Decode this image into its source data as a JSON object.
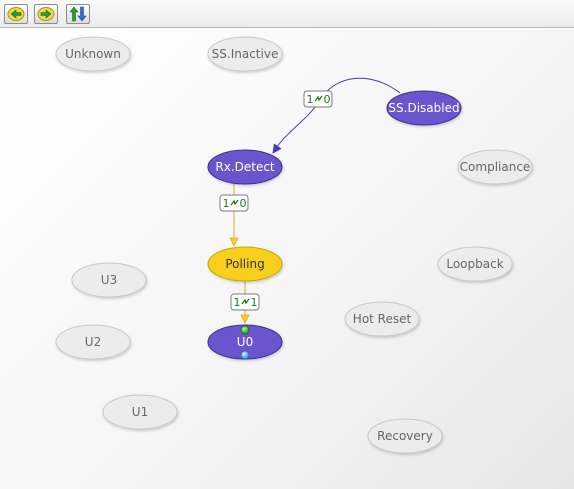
{
  "toolbar": {
    "buttons": [
      {
        "id": "back",
        "icon": "arrow-left-icon"
      },
      {
        "id": "forward",
        "icon": "arrow-right-icon"
      },
      {
        "id": "sort",
        "icon": "up-down-arrows-icon"
      }
    ]
  },
  "colors": {
    "inactive_fill": "#ececec",
    "inactive_stroke": "#c8c8c8",
    "inactive_text": "#666666",
    "active_fill": "#6a55cf",
    "active_stroke": "#3d2e96",
    "active_text": "#ffffff",
    "current_fill": "#f7cf1e",
    "current_stroke": "#c9a20a",
    "current_text": "#333333",
    "edge_blue": "#3a3ad0",
    "edge_gold": "#d4a93a",
    "label_text": "#1a7a1a"
  },
  "states": [
    {
      "id": "unknown",
      "label": "Unknown",
      "style": "inactive"
    },
    {
      "id": "ss_inactive",
      "label": "SS.Inactive",
      "style": "inactive"
    },
    {
      "id": "ss_disabled",
      "label": "SS.Disabled",
      "style": "active"
    },
    {
      "id": "rx_detect",
      "label": "Rx.Detect",
      "style": "active"
    },
    {
      "id": "compliance",
      "label": "Compliance",
      "style": "inactive"
    },
    {
      "id": "polling",
      "label": "Polling",
      "style": "current"
    },
    {
      "id": "loopback",
      "label": "Loopback",
      "style": "inactive"
    },
    {
      "id": "u3",
      "label": "U3",
      "style": "inactive"
    },
    {
      "id": "hot_reset",
      "label": "Hot Reset",
      "style": "inactive"
    },
    {
      "id": "u2",
      "label": "U2",
      "style": "inactive"
    },
    {
      "id": "u0",
      "label": "U0",
      "style": "active"
    },
    {
      "id": "u1",
      "label": "U1",
      "style": "inactive"
    },
    {
      "id": "recovery",
      "label": "Recovery",
      "style": "inactive"
    }
  ],
  "transitions": [
    {
      "from": "ss_disabled",
      "to": "rx_detect",
      "left": "1",
      "right": "0",
      "color": "edge_blue"
    },
    {
      "from": "rx_detect",
      "to": "polling",
      "left": "1",
      "right": "0",
      "color": "edge_gold"
    },
    {
      "from": "polling",
      "to": "u0",
      "left": "1",
      "right": "1",
      "color": "edge_gold"
    }
  ]
}
